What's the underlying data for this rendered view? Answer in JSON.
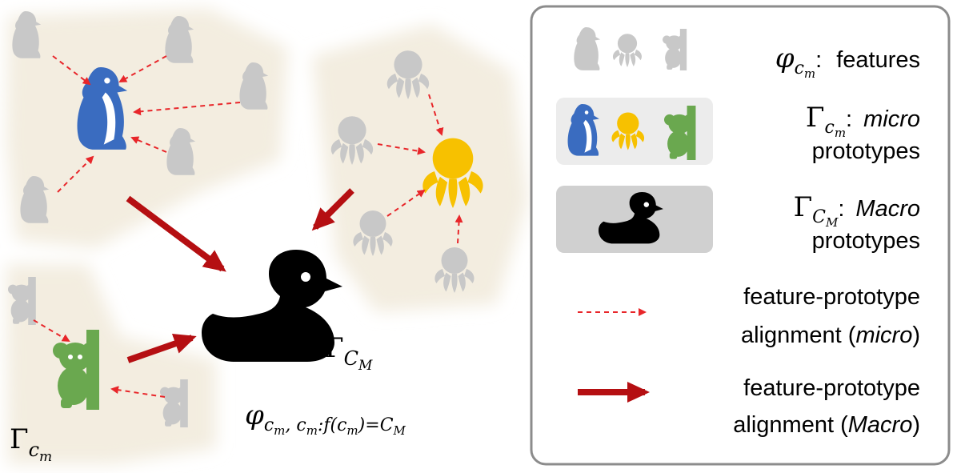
{
  "labels": {
    "gamma": "Γ",
    "phi": "φ",
    "c_m": "c",
    "m": "m",
    "M": "M",
    "C": "C",
    "macro_label_sub": "C",
    "bottom_formula_pieces": {
      "sep": ", ",
      "colon": ":",
      "f": "f(",
      "close": ")=",
      "C": "C"
    }
  },
  "legend": {
    "features_label": "features",
    "micro_label": "micro",
    "micro_label2": "prototypes",
    "macro_label": "Macro",
    "macro_label2": "prototypes",
    "dashed_label": "feature-prototype",
    "dashed_label2_pre": "alignment (",
    "dashed_label2_em": "micro",
    "dashed_label2_post": ")",
    "solid_label": "feature-prototype",
    "solid_label2_pre": "alignment (",
    "solid_label2_em": "Macro",
    "solid_label2_post": ")",
    "colon": ":"
  },
  "colors": {
    "cluster_bg": "#f3ede0",
    "feature_gray": "#c8c8c8",
    "penguin_blue": "#3a6cc0",
    "octopus_yellow": "#f7c100",
    "koala_green": "#6aa84f",
    "duck_black": "#000000",
    "dashed_red": "#e8262a",
    "solid_red": "#b50f12",
    "legend_border": "#8c8c8c",
    "micro_box": "#ececec",
    "macro_box": "#d0d0d0"
  },
  "icons": [
    "penguin-icon",
    "octopus-icon",
    "koala-icon",
    "duck-icon"
  ]
}
